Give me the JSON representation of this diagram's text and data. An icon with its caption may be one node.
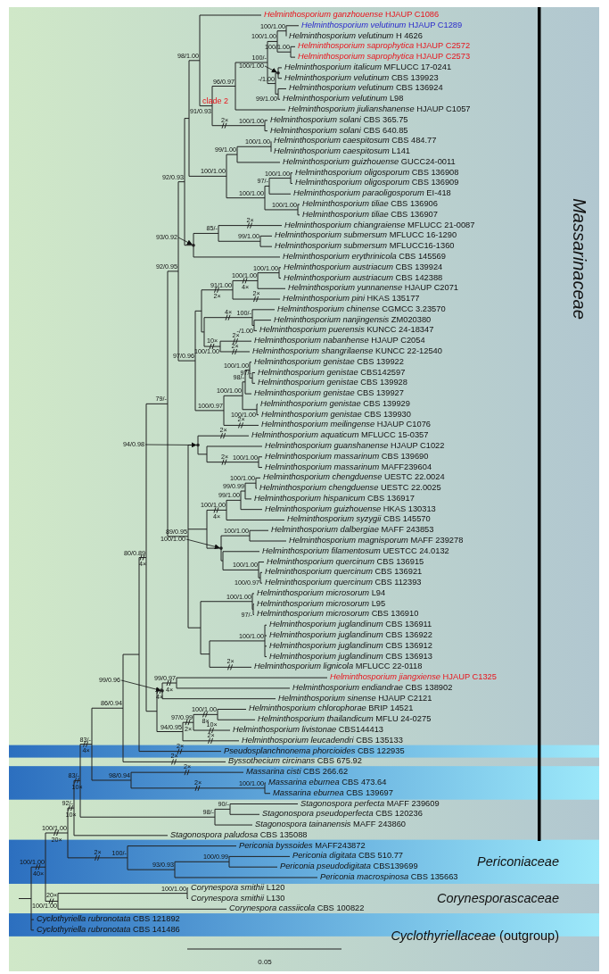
{
  "diagram": {
    "nodes": [
      {
        "text": [
          "100/1.00"
        ]
      },
      {
        "text": [
          "93/0.92"
        ]
      },
      {
        "text": [
          "94/0.98"
        ]
      },
      {
        "text": [
          "100/1.00"
        ]
      },
      {
        "text": [
          "99/0.96"
        ]
      },
      {
        "text": [],
        "shape": "circle"
      },
      {
        "text": [],
        "shape": "circle"
      },
      {
        "text": [],
        "shape": "circle"
      },
      {
        "text": [],
        "shape": "circle"
      },
      {
        "text": [],
        "shape": "circle"
      }
    ],
    "edges": [
      {
        "from": 0,
        "to": 5,
        "arrow": "to"
      },
      {
        "from": 1,
        "to": 6,
        "arrow": "to"
      },
      {
        "from": 2,
        "to": 7,
        "arrow": "to"
      },
      {
        "from": 3,
        "to": 8,
        "arrow": "to"
      },
      {
        "from": 4,
        "to": 9,
        "arrow": "to"
      }
    ],
    "labels": [
      "*Helminthosporium ganzhouense* HJAUP C1086",
      "*Helminthosporium velutinum* HJAUP C1289",
      "*Helminthosporium velutinum* H 4626",
      "*Helminthosporium saprophytica* HJAUP C2572",
      "*Helminthosporium saprophytica* HJAUP C2573",
      "*Helminthosporium italicum* MFLUCC 17-0241",
      "*Helminthosporium velutinum* CBS 139923",
      "*Helminthosporium velutinum* CBS 136924",
      "*Helminthosporium velutinum* L98",
      "*Helminthosporium jiulianshanense* HJAUP C1057",
      "*Helminthosporium solani* CBS 365.75",
      "*Helminthosporium solani* CBS 640.85",
      "*Helminthosporium caespitosum* CBS 484.77",
      "*Helminthosporium caespitosum* L141",
      "*Helminthosporium guizhouense* GUCC24-0011",
      "*Helminthosporium oligosporum* CBS 136908",
      "*Helminthosporium oligosporum* CBS 136909",
      "*Helminthosporium paraoligosporum* EI-418",
      "*Helminthosporium tiliae* CBS 136906",
      "*Helminthosporium tiliae* CBS 136907",
      "*Helminthosporium chiangraiense* MFLUCC 21-0087",
      "*Helminthosporium submersum* MFLUCC 16-1290",
      "*Helminthosporium submersum* MFLUCC16-1360",
      "*Helminthosporium erythrinicola* CBS 145569",
      "*Helminthosporium austriacum* CBS 139924",
      "*Helminthosporium austriacum* CBS 142388",
      "*Helminthosporium yunnanense* HJAUP C2071",
      "*Helminthosporium pini* HKAS 135177",
      "*Helminthosporium chinense* CGMCC 3.23570",
      "*Helminthosporium nanjingensis* ZM020380",
      "*Helminthosporium puerensis* KUNCC 24-18347",
      "*Helminthosporium nabanhense* HJAUP C2054",
      "*Helminthosporium shangrilaense* KUNCC 22-12540",
      "*Helminthosporium genistae* CBS 139922",
      "*Helminthosporium genistae* CBS142597",
      "*Helminthosporium genistae* CBS 139928",
      "*Helminthosporium genistae* CBS 139927",
      "*Helminthosporium genistae* CBS 139929",
      "*Helminthosporium genistae* CBS 139930",
      "*Helminthosporium meilingense* HJAUP C1076",
      "*Helminthosporium aquaticum* MFLUCC 15-0357",
      "*Helminthosporium guanshanense* HJAUP C1022",
      "*Helminthosporium massarinum* CBS 139690",
      "*Helminthosporium massarinum* MAFF239604",
      "*Helminthosporium chengduense* UESTC 22.0024",
      "*Helminthosporium chengduense* UESTC 22.0025",
      "*Helminthosporium hispanicum* CBS 136917",
      "*Helminthosporium guizhouense* HKAS 130313",
      "*Helminthosporium syzygii* CBS 145570",
      "*Helminthosporium dalbergiae* MAFF 243853",
      "*Helminthosporium magnisporum* MAFF 239278",
      "*Helminthosporium filamentosum* UESTCC 24.0132",
      "*Helminthosporium quercinum* CBS 136915",
      "*Helminthosporium quercinum* CBS 136921",
      "*Helminthosporium quercinum* CBS 112393",
      "*Helminthosporium microsorum* L94",
      "*Helminthosporium microsorum* L95",
      "*Helminthosporium microsorum* CBS 136910",
      "*Helminthosporium juglandinum* CBS 136911",
      "*Helminthosporium juglandinum* CBS 136922",
      "*Helminthosporium juglandinum* CBS 136912",
      "*Helminthosporium juglandinum* CBS 136913",
      "*Helminthosporium lignicola* MFLUCC 22-0118",
      "*Helminthosporium jiangxiense* HJAUP C1325",
      "*Helminthosporium endiandrae* CBS 138902",
      "*Helminthosporium sinense* HJAUP C2121",
      "*Helminthosporium chlorophorae* BRIP 14521",
      "*Helminthosporium thailandicum* MFLU 24-0275",
      "*Helminthosporium livistonae* CBS144413",
      "*Helminthosporium leucadendri* CBS 135133",
      "*Pseudosplanchnonema phorcioides* CBS 122935",
      "*Byssothecium circinans* CBS 675.92",
      "*Massarina cisti* CBS 266.62",
      "*Massarina eburnea* CBS 473.64",
      "*Massarina eburnea* CBS 139697",
      "*Stagonospora perfecta* MAFF 239609",
      "*Stagonospora pseudoperfecta* CBS 120236",
      "*Stagonospora tainanensis* MAFF 243860",
      "*Stagonospora paludosa* CBS 135088",
      "*Periconia byssoides* MAFF243872",
      "*Periconia digitata* CBS 510.77",
      "*Periconia pseudodigitata* CBS139699",
      "*Periconia macrospinosa* CBS 135663",
      "*Corynespora smithii* L120",
      "*Corynespora smithii* L130",
      "*Corynespora cassiicola* CBS 100822",
      "*Cyclothyriella rubronotata* CBS 121892",
      "*Cyclothyriella rubronotata* CBS 141486",
      "98/1.00",
      "100/1.00",
      "100/1.00",
      "100/1.00",
      "100/-",
      "96/0.97",
      "clade 2",
      "-/1.00",
      "99/1.00",
      "91/0.93",
      "2×",
      "100/1.00",
      "100/1.00",
      "99/1.00",
      "100/1.00",
      "92/0.93",
      "100/1.00",
      "97/-",
      "100/1.00",
      "100/1.00",
      "2×",
      "85/-",
      "99/1.00",
      "92/0.95",
      "100/1.00",
      "100/1.00",
      "91/1.00",
      "4×",
      "2×",
      "2×",
      "4×",
      "100/-",
      "-/1.00",
      "10×",
      "2×",
      "2×",
      "100/1.00",
      "100/1.00",
      "98/-",
      "97/-",
      "97/0.96",
      "100/1.00",
      "79/-",
      "100/0.97",
      "100/1.00",
      "2×",
      "2×",
      "2×",
      "100/1.00",
      "100/1.00",
      "99/0.99",
      "99/1.00",
      "100/1.00",
      "4×",
      "89/0.95",
      "100/1.00",
      "80/0.89",
      "4×",
      "100/1.00",
      "100/0.97",
      "100/1.00",
      "97/-",
      "100/1.00",
      "2×",
      "99/0.97",
      "4×",
      "4×",
      "100/1.00",
      "86/0.94",
      "97/0.99",
      "8×",
      "2×",
      "10×",
      "94/0.95",
      "2×",
      "83/-",
      "4×",
      "2×",
      "2×",
      "2×",
      "83/-",
      "10×",
      "98/0.94",
      "2×",
      "100/1.00",
      "92/-",
      "10×",
      "90/-",
      "98/-",
      "100/1.00",
      "20×",
      "2×",
      "100/-",
      "100/0.99",
      "100/1.00",
      "40×",
      "93/0.93",
      "100/1.00",
      "20×",
      "100/1.00",
      "0.05",
      "Massarinaceae",
      "Periconiaceae",
      "Corynesporascaceae",
      "*Cyclothyriellaceae* (outgroup)"
    ]
  }
}
